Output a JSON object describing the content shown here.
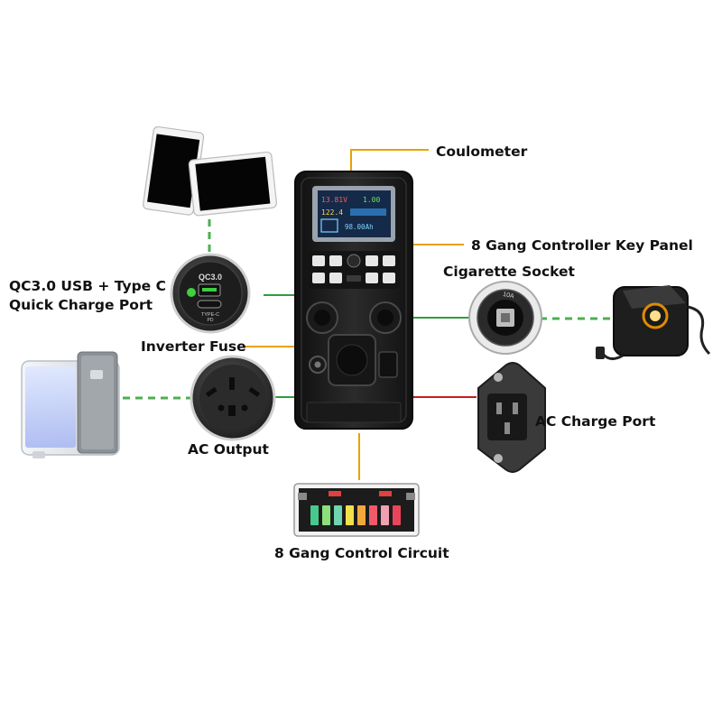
{
  "labels": {
    "coulometer": "Coulometer",
    "key_panel": "8 Gang Controller Key Panel",
    "cigarette_socket": "Cigarette Socket",
    "qc_port_line1": "QC3.0 USB + Type C",
    "qc_port_line2": "Quick Charge Port",
    "inverter_fuse": "Inverter Fuse",
    "ac_output": "AC Output",
    "ac_charge_port": "AC Charge Port",
    "control_circuit": "8 Gang Control Circuit"
  },
  "component_text": {
    "qc_badge": "QC3.0",
    "type_c": "TYPE-C",
    "pd": "PD",
    "socket_rating": "10A",
    "meter_voltage": "13.81V",
    "meter_soc": "1.00",
    "meter_power": "122.4",
    "meter_capacity": "98.00Ah"
  },
  "colors": {
    "orange_leader": "#e8a200",
    "green_leader": "#2e9e3b",
    "red_wire": "#cc1b1b",
    "box_body": "#1f1f1f",
    "meter_screen": "#2a6fb0"
  }
}
